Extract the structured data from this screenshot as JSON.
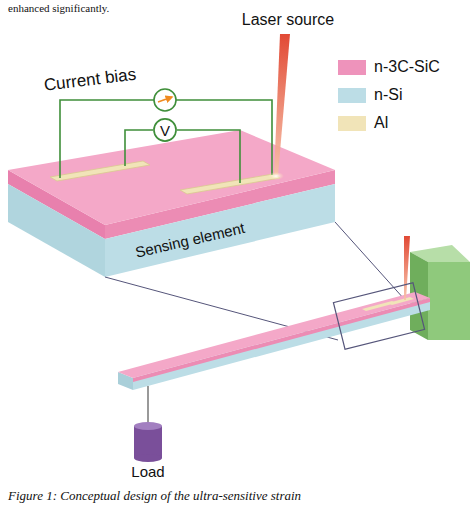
{
  "diagram": {
    "caption": "Figure 1: Conceptual design of the ultra-sensitive strain",
    "nodes": [
      {
        "text": [
          "V"
        ]
      }
    ],
    "labels": [
      "enhanced significantly.",
      "Laser source",
      "Current bias",
      "Sensing element",
      "Load"
    ],
    "legend": [
      {
        "text": "n-3C-SiC",
        "color": "#ee93bb"
      },
      {
        "text": "n-Si",
        "color": "#bcdde6"
      },
      {
        "text": "Al",
        "color": "#f1e4b8"
      }
    ]
  }
}
